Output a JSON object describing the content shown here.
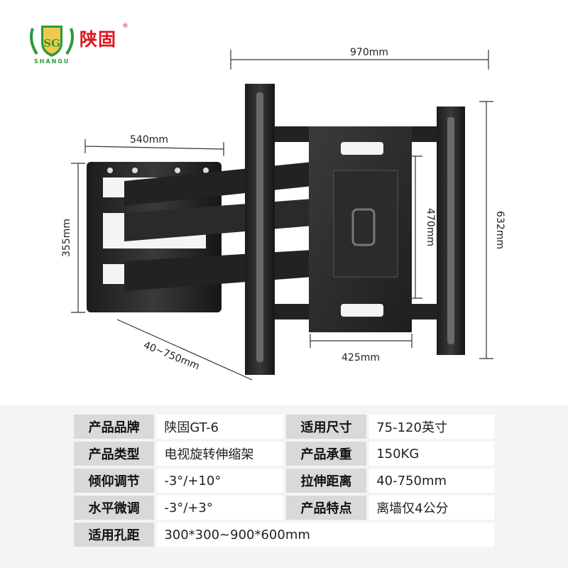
{
  "logo": {
    "brand": "陕固",
    "reg_mark": "®",
    "sub": "SHANGU",
    "emblem_letters": "SG",
    "icon": "shield-laurel-icon",
    "colors": {
      "brand": "#e0141e",
      "emblem": "#2a9a3a"
    }
  },
  "dimensions": {
    "total_width": "970mm",
    "arm_width": "540mm",
    "arm_height": "355mm",
    "extension": "40~750mm",
    "plate_height": "470mm",
    "total_height": "632mm",
    "plate_width": "425mm"
  },
  "specs": {
    "rows": [
      [
        {
          "label": "产品品牌",
          "value": "陕固GT-6"
        },
        {
          "label": "适用尺寸",
          "value": "75-120英寸"
        }
      ],
      [
        {
          "label": "产品类型",
          "value": "电视旋转伸缩架"
        },
        {
          "label": "产品承重",
          "value": "150KG"
        }
      ],
      [
        {
          "label": "倾仰调节",
          "value": "-3°/+10°"
        },
        {
          "label": "拉伸距离",
          "value": "40-750mm"
        }
      ],
      [
        {
          "label": "水平微调",
          "value": "-3°/+3°"
        },
        {
          "label": "产品特点",
          "value": "离墙仅4公分"
        }
      ],
      [
        {
          "label": "适用孔距",
          "value": "300*300~900*600mm"
        }
      ]
    ]
  }
}
